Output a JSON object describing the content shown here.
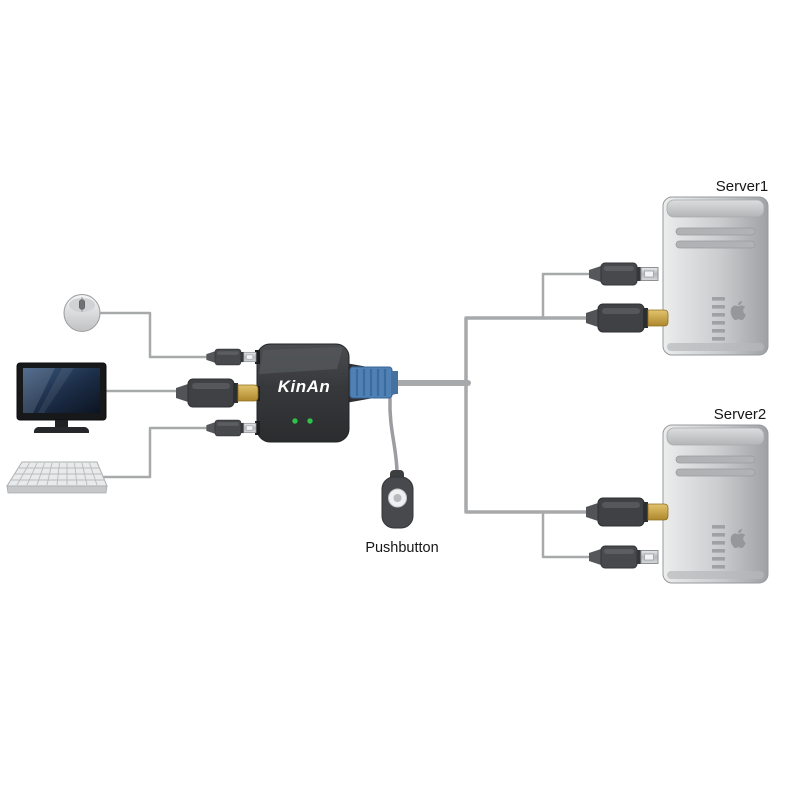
{
  "diagram": {
    "kind": "kvm-switch-connection-diagram",
    "brand": "KinAn",
    "labels": {
      "server1": "Server1",
      "server2": "Server2",
      "pushbutton": "Pushbutton"
    },
    "icons": [
      "mouse-icon",
      "monitor-icon",
      "keyboard-icon",
      "usb-plug-icon",
      "hdmi-plug-icon",
      "kvm-switch-device",
      "pushbutton-remote",
      "server-tower",
      "apple-logo-icon"
    ],
    "colors": {
      "background": "#ffffff",
      "cable": "#a7a9ab",
      "device_body": "#3a3a3c",
      "blue_connector": "#4f81b5",
      "hdmi_gold": "#c8a045",
      "usb_metal": "#c9cccf",
      "led_green": "#2fc24a",
      "server_silver": "#c6c8ca",
      "label_text": "#161616"
    }
  }
}
